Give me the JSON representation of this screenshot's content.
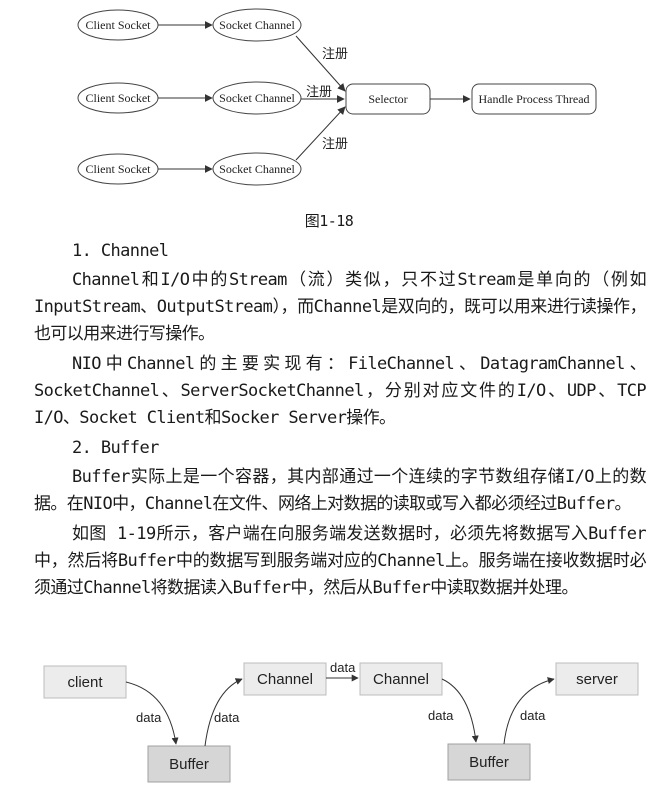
{
  "figure1": {
    "nodes": {
      "client_socket": "Client Socket",
      "socket_channel": "Socket Channel",
      "selector": "Selector",
      "handle_thread": "Handle Process Thread"
    },
    "register_label": "注册",
    "caption": "图1-18"
  },
  "sections": {
    "channel": {
      "heading": "1. Channel",
      "para1": "Channel和I/O中的Stream（流）类似，只不过Stream是单向的（例如InputStream、OutputStream），而Channel是双向的，既可以用来进行读操作，也可以用来进行写操作。",
      "para2": "NIO中Channel的主要实现有：FileChannel、DatagramChannel、SocketChannel、ServerSocketChannel，分别对应文件的I/O、UDP、TCP I/O、Socket Client和Socker Server操作。"
    },
    "buffer": {
      "heading": "2. Buffer",
      "para1": "Buffer实际上是一个容器，其内部通过一个连续的字节数组存储I/O上的数据。在NIO中，Channel在文件、网络上对数据的读取或写入都必须经过Buffer。",
      "para2": "如图 1-19所示，客户端在向服务端发送数据时，必须先将数据写入Buffer中，然后将Buffer中的数据写到服务端对应的Channel上。服务端在接收数据时必须通过Channel将数据读入Buffer中，然后从Buffer中读取数据并处理。"
    }
  },
  "figure2": {
    "nodes": {
      "client": "client",
      "buffer": "Buffer",
      "channel": "Channel",
      "server": "server"
    },
    "data_label": "data"
  }
}
